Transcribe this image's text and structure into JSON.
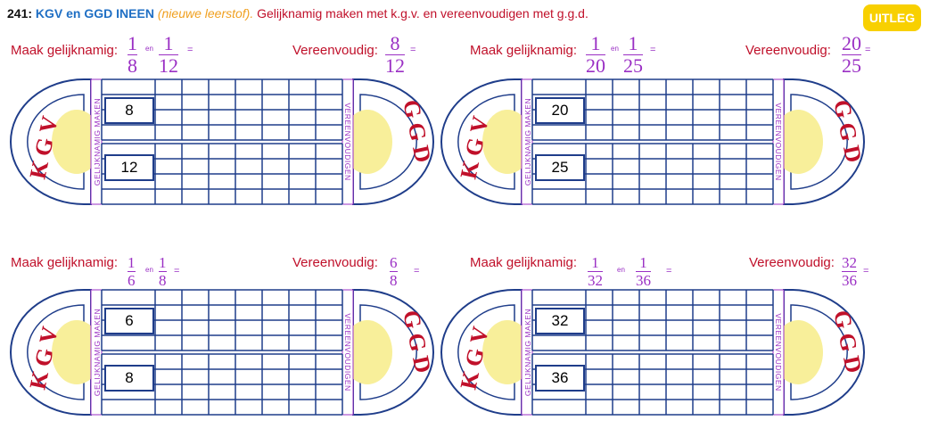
{
  "header": {
    "number": "241:",
    "title": "KGV en GGD INEEN",
    "note": "(nieuwe leerstof).",
    "description": "Gelijknamig maken met k.g.v. en vereenvoudigen met g.g.d."
  },
  "uitleg_button": "UITLEG",
  "labels": {
    "gelijknamig": "Maak gelijknamig:",
    "vereenvoudig": "Vereenvoudig:",
    "en": "en",
    "eq": "="
  },
  "side_texts": {
    "left_big": "KGV",
    "right_big": "GGD",
    "left_vertical": "GELIJKNAMIG MAKEN",
    "right_vertical": "VEREENVOUDIGEN"
  },
  "exercises": [
    {
      "frac1": {
        "n": "1",
        "d": "8"
      },
      "frac2": {
        "n": "1",
        "d": "12"
      },
      "simplify": {
        "n": "8",
        "d": "12"
      },
      "box_top": "8",
      "box_bottom": "12"
    },
    {
      "frac1": {
        "n": "1",
        "d": "20"
      },
      "frac2": {
        "n": "1",
        "d": "25"
      },
      "simplify": {
        "n": "20",
        "d": "25"
      },
      "box_top": "20",
      "box_bottom": "25"
    },
    {
      "frac1": {
        "n": "1",
        "d": "6"
      },
      "frac2": {
        "n": "1",
        "d": "8"
      },
      "simplify": {
        "n": "6",
        "d": "8"
      },
      "box_top": "6",
      "box_bottom": "8"
    },
    {
      "frac1": {
        "n": "1",
        "d": "32"
      },
      "frac2": {
        "n": "1",
        "d": "36"
      },
      "simplify": {
        "n": "32",
        "d": "36"
      },
      "box_top": "32",
      "box_bottom": "36"
    }
  ],
  "colors": {
    "red": "#c0102a",
    "purple": "#9a2fc4",
    "grid": "#1f3d8a",
    "yellow": "#f8ef9a",
    "uitleg": "#f8d000"
  }
}
